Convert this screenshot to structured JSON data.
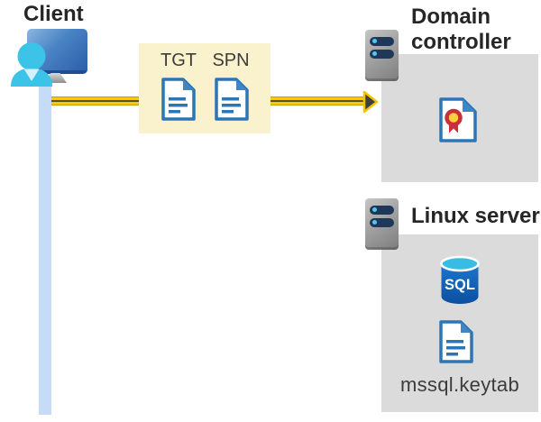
{
  "client": {
    "title": "Client"
  },
  "ticket_box": {
    "tgt_label": "TGT",
    "spn_label": "SPN"
  },
  "domain_controller": {
    "title": "Domain controller"
  },
  "linux_server": {
    "title": "Linux server",
    "sql_badge": "SQL",
    "keytab_label": "mssql.keytab"
  },
  "colors": {
    "arrow_yellow": "#F7C80C",
    "arrow_core_olive": "#55511E",
    "arrowhead_gray": "#3F3F3F",
    "ticket_box_bg": "#FAF2CC",
    "panel_gray": "#DBDBDB",
    "doc_blue": "#2E75B6",
    "person_cyan": "#3BC3E8",
    "monitor_blue": "#2B5FA9",
    "client_line_blue": "#C6DBF7",
    "server_slot_navy": "#1F3859",
    "server_dot_cyan": "#4FC8F2",
    "sql_cylinder_blue": "#1467BE",
    "sql_top_cyan": "#38BCE4",
    "cert_red": "#C9303C",
    "cert_gold": "#FFD23B",
    "title_text": "#262626"
  }
}
